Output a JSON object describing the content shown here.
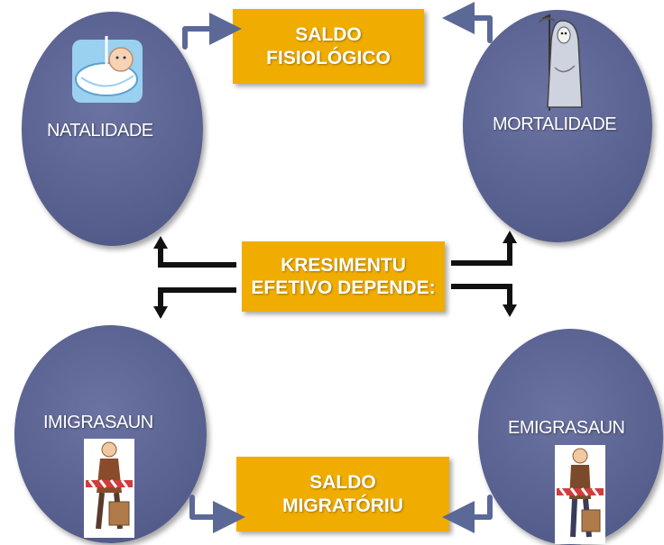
{
  "nodes": {
    "natalidade": "NATALIDADE",
    "mortalidade": "MORTALIDADE",
    "imigrasaun": "IMIGRASAUN",
    "emigrasaun": "EMIGRASAUN"
  },
  "boxes": {
    "saldo_fisiologico": [
      "SALDO",
      "FISIOLÓGICO"
    ],
    "kresimentu": [
      "KRESIMENTU",
      "EFETIVO DEPENDE:"
    ],
    "saldo_migratoriu": [
      "SALDO",
      "MIGRATÓRIU"
    ]
  },
  "icons": {
    "natalidade": "baby-in-stork-sling-icon",
    "mortalidade": "grim-reaper-icon",
    "imigrasaun": "traveler-with-suitcase-icon",
    "emigrasaun": "traveler-with-suitcase-icon"
  },
  "colors": {
    "circle": "#565e8d",
    "box": "#f0ad00",
    "arrow_blue": "#5b6996",
    "arrow_black": "#111111"
  }
}
